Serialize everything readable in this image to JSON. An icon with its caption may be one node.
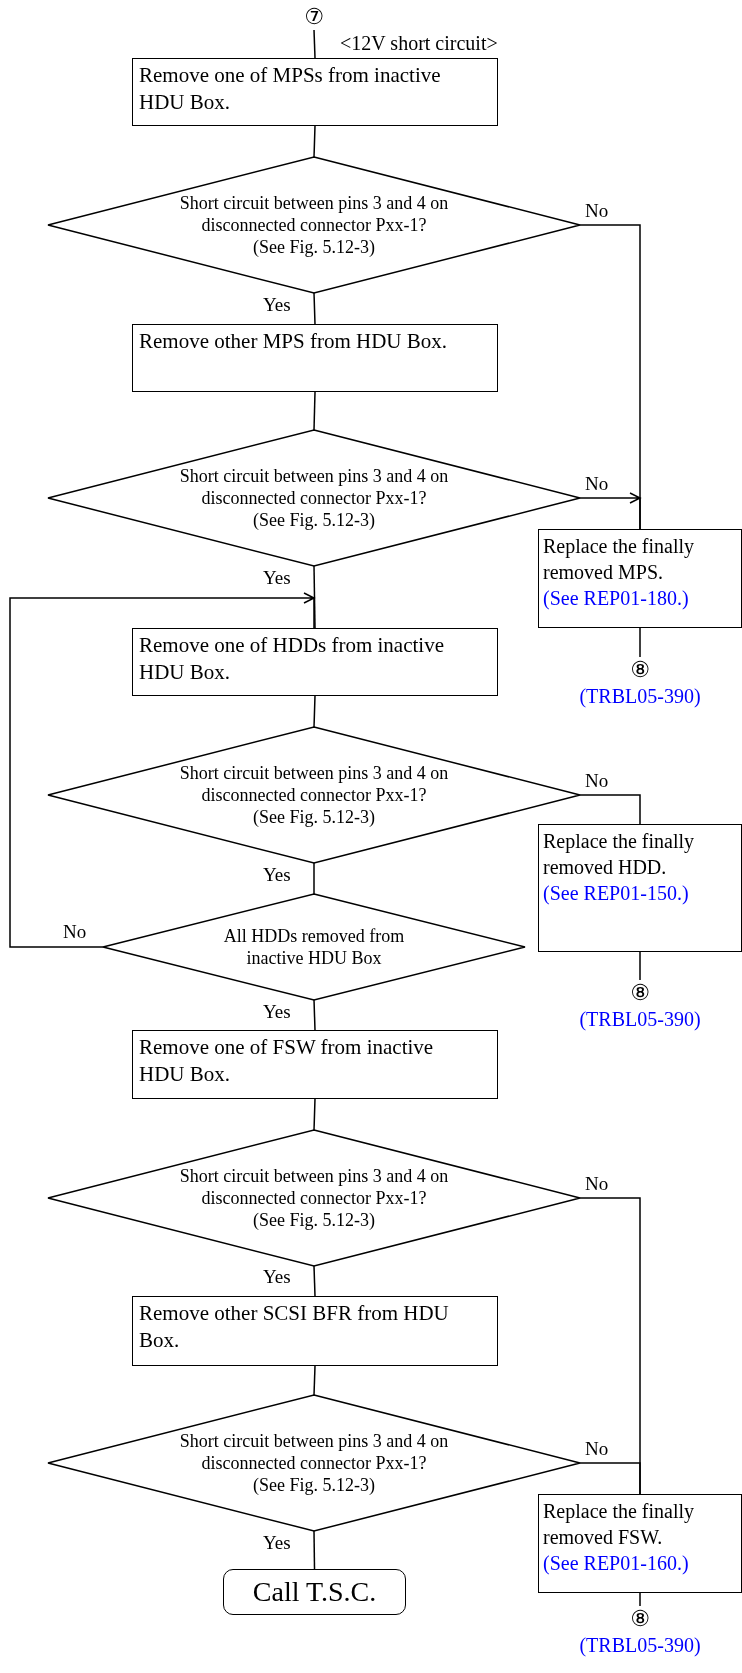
{
  "diagram": {
    "nodes": [
      {
        "text": [
          "⑦"
        ]
      },
      {
        "text": [
          "Remove one of MPSs from inactive HDU Box."
        ]
      },
      {
        "text": [
          "Short circuit between pins 3 and 4 on disconnected connector Pxx-1?",
          "(See Fig. 5.12-3)"
        ]
      },
      {
        "text": [
          "Remove other MPS from HDU Box."
        ]
      },
      {
        "text": [
          "Short circuit between pins 3 and 4 on disconnected connector Pxx-1?",
          "(See Fig. 5.12-3)"
        ]
      },
      {
        "text": [
          "Replace the finally removed MPS.",
          "(See REP01-180.)"
        ]
      },
      {
        "text": [
          "⑧"
        ],
        "beside": [
          "(TRBL05-390)"
        ]
      },
      {
        "text": [
          "Remove one of HDDs from inactive HDU Box."
        ]
      },
      {
        "text": [
          "Short circuit between pins 3 and 4 on disconnected connector Pxx-1?",
          "(See Fig. 5.12-3)"
        ]
      },
      {
        "text": [
          "Replace the finally removed HDD.",
          "(See REP01-150.)"
        ]
      },
      {
        "text": [
          "⑧"
        ],
        "beside": [
          "(TRBL05-390)"
        ]
      },
      {
        "text": [
          "All HDDs removed from inactive HDU Box"
        ]
      },
      {
        "text": [
          "Remove one of FSW from inactive HDU Box."
        ]
      },
      {
        "text": [
          "Short circuit between pins 3 and 4 on disconnected connector Pxx-1?",
          "(See Fig. 5.12-3)"
        ]
      },
      {
        "text": [
          "Remove other SCSI BFR from HDU Box."
        ]
      },
      {
        "text": [
          "Short circuit between pins 3 and 4 on disconnected connector Pxx-1?",
          "(See Fig. 5.12-3)"
        ]
      },
      {
        "text": [
          "Replace the finally removed FSW.",
          "(See REP01-160.)"
        ]
      },
      {
        "text": [
          "⑧"
        ],
        "beside": [
          "(TRBL05-390)"
        ]
      },
      {
        "text": [
          "Call T.S.C."
        ]
      }
    ],
    "edges": [
      {
        "from": 0,
        "to": 1,
        "arrow": "none"
      },
      {
        "from": 1,
        "to": 2,
        "arrow": "none"
      },
      {
        "from": 2,
        "to": 3,
        "arrow": "none",
        "label": "Yes"
      },
      {
        "from": 2,
        "to": 5,
        "arrow": "none",
        "label": "No"
      },
      {
        "from": 3,
        "to": 4,
        "arrow": "none"
      },
      {
        "from": 4,
        "to": 5,
        "arrow": "to",
        "label": "No"
      },
      {
        "from": 5,
        "to": 6,
        "arrow": "none"
      },
      {
        "from": 4,
        "to": 7,
        "arrow": "none",
        "label": "Yes"
      },
      {
        "from": 7,
        "to": 8,
        "arrow": "none"
      },
      {
        "from": 8,
        "to": 9,
        "arrow": "none",
        "label": "No"
      },
      {
        "from": 9,
        "to": 10,
        "arrow": "none"
      },
      {
        "from": 8,
        "to": 11,
        "arrow": "none",
        "label": "Yes"
      },
      {
        "from": 11,
        "to": 7,
        "arrow": "to",
        "label": "No"
      },
      {
        "from": 11,
        "to": 12,
        "arrow": "none",
        "label": "Yes"
      },
      {
        "from": 12,
        "to": 13,
        "arrow": "none"
      },
      {
        "from": 13,
        "to": 14,
        "arrow": "none",
        "label": "Yes"
      },
      {
        "from": 13,
        "to": 16,
        "arrow": "none",
        "label": "No"
      },
      {
        "from": 14,
        "to": 15,
        "arrow": "none"
      },
      {
        "from": 15,
        "to": 16,
        "arrow": "none",
        "label": "No"
      },
      {
        "from": 16,
        "to": 17,
        "arrow": "none"
      },
      {
        "from": 15,
        "to": 18,
        "arrow": "none",
        "label": "Yes"
      }
    ],
    "labels": [
      "<12V short circuit>"
    ]
  }
}
